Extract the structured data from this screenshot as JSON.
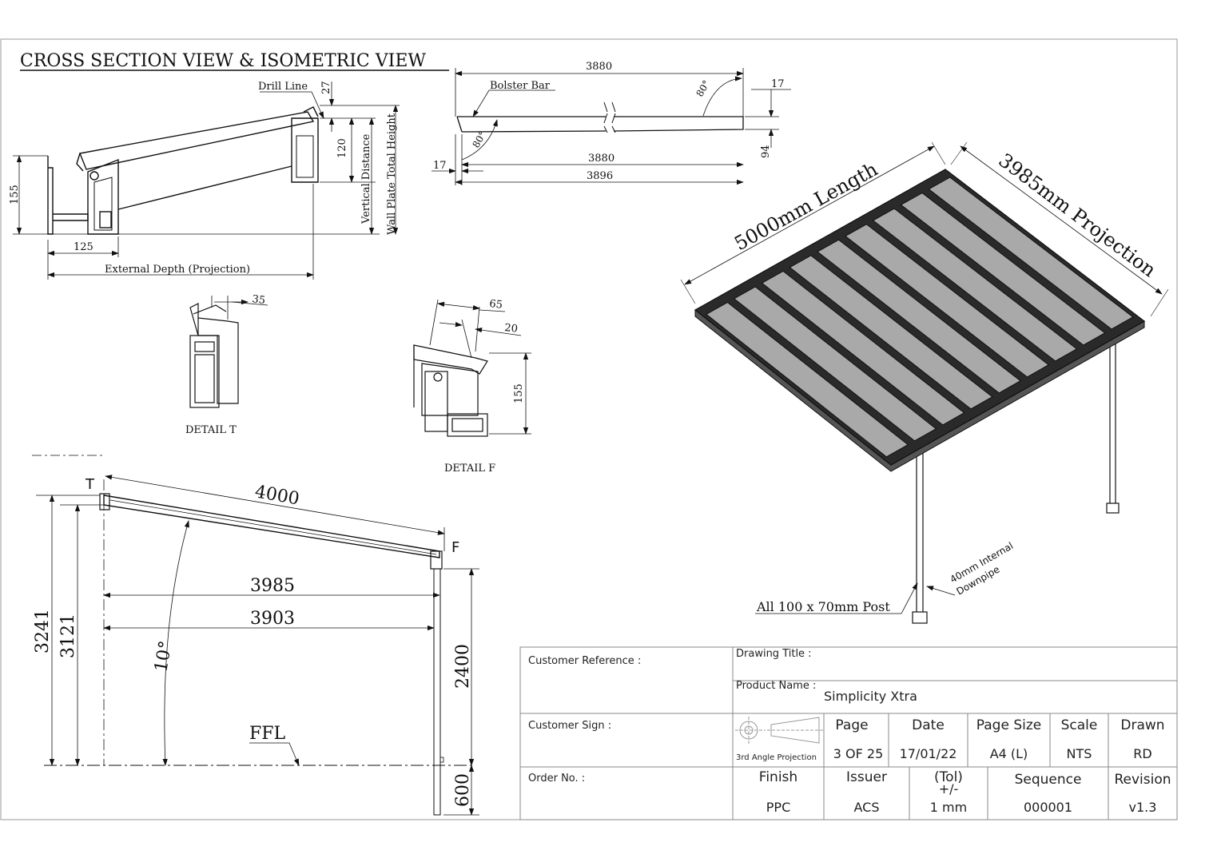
{
  "header": {
    "title": "CROSS SECTION VIEW & ISOMETRIC VIEW"
  },
  "cross_section": {
    "drill_line": "Drill Line",
    "dim_27": "27",
    "dim_120": "120",
    "dim_155": "155",
    "dim_125": "125",
    "vertical_distance": "Vertical Distance",
    "wall_plate_height": "Wall Plate Total Height",
    "external_depth": "External Depth (Projection)"
  },
  "bolster": {
    "label": "Bolster Bar",
    "dim_top": "3880",
    "dim_mid": "3880",
    "dim_bottom": "3896",
    "angle_right": "80°",
    "angle_left": "80°",
    "dim_17_right": "17",
    "dim_17_left": "17",
    "dim_94": "94"
  },
  "detail_t": {
    "label": "DETAIL T",
    "dim_35": "35"
  },
  "detail_f": {
    "label": "DETAIL F",
    "dim_65": "65",
    "dim_20": "20",
    "dim_155": "155"
  },
  "side_view": {
    "marker_t": "T",
    "marker_f": "F",
    "dim_4000": "4000",
    "dim_3985": "3985",
    "dim_3903": "3903",
    "dim_3241": "3241",
    "dim_3121": "3121",
    "dim_2400": "2400",
    "dim_600": "600",
    "angle": "10°",
    "ffl": "FFL"
  },
  "isometric": {
    "length": "5000mm Length",
    "projection": "3985mm Projection",
    "post_note": "All 100 x 70mm Post",
    "downpipe_1": "40mm Internal",
    "downpipe_2": "Downpipe"
  },
  "title_block": {
    "customer_reference": "Customer Reference :",
    "drawing_title": "Drawing Title :",
    "product_name_label": "Product Name :",
    "product_name": "Simplicity Xtra",
    "customer_sign": "Customer Sign :",
    "projection_label": "3rd Angle Projection",
    "order_no": "Order No. :",
    "headers": {
      "page": "Page",
      "date": "Date",
      "page_size": "Page Size",
      "scale": "Scale",
      "drawn": "Drawn",
      "finish": "Finish",
      "issuer": "Issuer",
      "tol_1": "(Tol)",
      "tol_2": "+/-",
      "sequence": "Sequence",
      "revision": "Revision"
    },
    "values": {
      "page": "3 OF 25",
      "date": "17/01/22",
      "page_size": "A4 (L)",
      "scale": "NTS",
      "drawn": "RD",
      "finish": "PPC",
      "issuer": "ACS",
      "tol": "1 mm",
      "sequence": "000001",
      "revision": "v1.3"
    }
  },
  "colors": {
    "line": "#111111",
    "glazing": "#a9a9a9",
    "frame": "#2a2a2a"
  }
}
